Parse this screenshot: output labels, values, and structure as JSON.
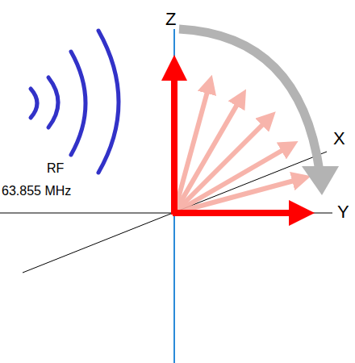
{
  "diagram": {
    "labels": [
      "Z",
      "X",
      "Y",
      "RF",
      "63.855 MHz"
    ]
  }
}
